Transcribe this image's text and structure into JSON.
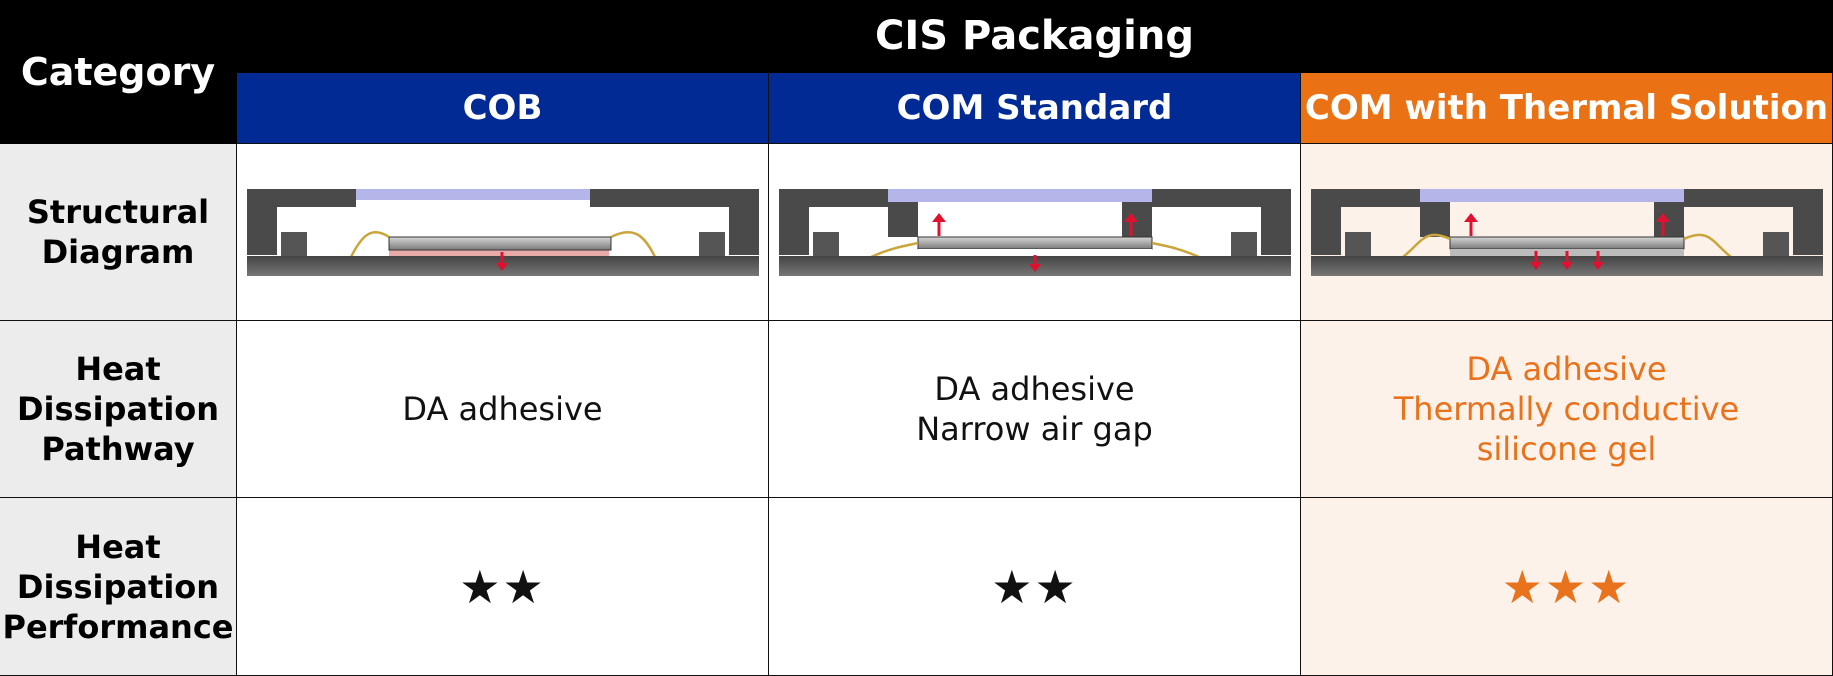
{
  "header": {
    "category": "Category",
    "group_title": "CIS Packaging",
    "columns": [
      {
        "label": "COB",
        "color": "#012a95"
      },
      {
        "label": "COM Standard",
        "color": "#012a95"
      },
      {
        "label": "COM with Thermal Solution",
        "color": "#ea7214"
      }
    ]
  },
  "rows": {
    "structural": {
      "label_line1": "Structural",
      "label_line2": "Diagram"
    },
    "pathway": {
      "label_line1": "Heat",
      "label_line2": "Dissipation",
      "label_line3": "Pathway",
      "cob": "DA adhesive",
      "com_standard_line1": "DA adhesive",
      "com_standard_line2": "Narrow air gap",
      "com_thermal_line1": "DA adhesive",
      "com_thermal_line2": "Thermally conductive",
      "com_thermal_line3": "silicone gel"
    },
    "performance": {
      "label_line1": "Heat",
      "label_line2": "Dissipation",
      "label_line3": "Performance",
      "cob_rating": 2,
      "com_standard_rating": 2,
      "com_thermal_rating": 3,
      "cob": "★★",
      "com_standard": "★★",
      "com_thermal": "★★★"
    }
  },
  "colors": {
    "header_black": "#000000",
    "header_blue": "#012a95",
    "accent_orange": "#ea7214",
    "accent_bg": "#fcf2e9",
    "label_bg": "#ececec",
    "arrow_red": "#e0102f",
    "glass_lavender": "#b4b6ea",
    "gold_wire": "#c9a53c"
  },
  "icons": [
    "up-arrow-icon",
    "down-arrow-icon"
  ]
}
